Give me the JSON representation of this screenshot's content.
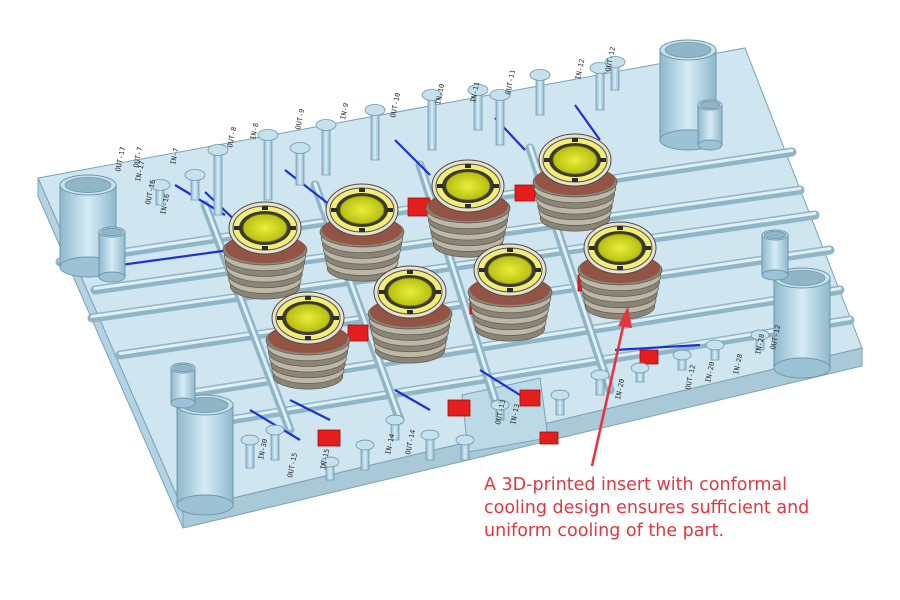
{
  "annotation": {
    "lines": [
      "A 3D-printed insert with conformal",
      "cooling design ensures sufficient and",
      "uniform cooling of the part."
    ],
    "color": "#e4363f"
  },
  "colors": {
    "plate": "#c9e3ef",
    "pipe": "#a9cfe0",
    "channel": "#1e2fd6",
    "insert_core": "#d8df1e",
    "insert_ring": "#f2ec78",
    "connector": "#e41d1d",
    "coil": "#8a8577"
  },
  "port_labels": {
    "top": [
      "OUT-7",
      "IN-7",
      "OUT-8",
      "IN-8",
      "OUT-9",
      "IN-9",
      "OUT-10",
      "IN-10",
      "IN-11",
      "OUT-11",
      "IN-12",
      "OUT-12"
    ],
    "left": [
      "OUT-17",
      "IN-17",
      "OUT-16",
      "IN-16"
    ],
    "bottom": [
      "IN-30",
      "OUT-15",
      "IN-15",
      "IN-14",
      "OUT-14",
      "OUT-13",
      "IN-13",
      "IN-20",
      "OUT-12",
      "IN-20",
      "IN-28"
    ],
    "right": [
      "IN-28",
      "OUT-12"
    ]
  }
}
